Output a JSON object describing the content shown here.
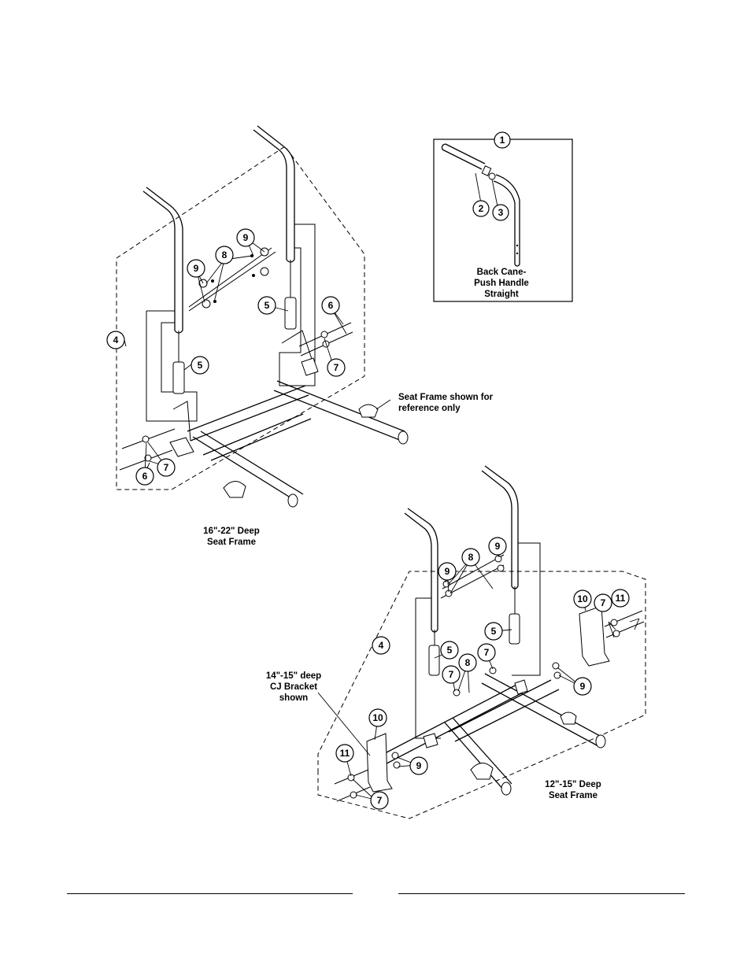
{
  "inset": {
    "caption_lines": [
      "Back Cane-",
      "Push Handle",
      "Straight"
    ],
    "callouts": [
      "1",
      "2",
      "3"
    ]
  },
  "upper_assembly": {
    "callouts": [
      "4",
      "5",
      "5",
      "6",
      "6",
      "7",
      "7",
      "8",
      "9",
      "9"
    ],
    "note_lines": [
      "Seat Frame shown for",
      "reference only"
    ],
    "frame_label_lines": [
      "16\"-22\" Deep",
      "Seat Frame"
    ]
  },
  "lower_assembly": {
    "callouts": [
      "4",
      "5",
      "5",
      "7",
      "7",
      "7",
      "7",
      "8",
      "8",
      "9",
      "9",
      "9",
      "9",
      "10",
      "10",
      "11",
      "11"
    ],
    "bracket_label_lines": [
      "14\"-15\" deep",
      "CJ Bracket",
      "shown"
    ],
    "frame_label_lines": [
      "12\"-15\" Deep",
      "Seat Frame"
    ]
  }
}
